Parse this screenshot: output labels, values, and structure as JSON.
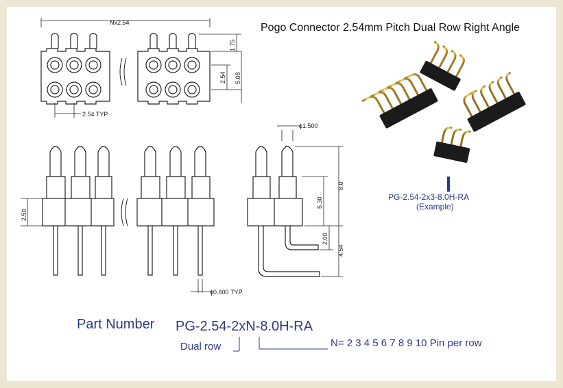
{
  "title": "Pogo Connector 2.54mm Pitch Dual Row Right Angle",
  "dimensions": {
    "pitch_total": "Nx2.54",
    "height_175": "1.75",
    "height_254": "2.54",
    "height_508": "5.08",
    "pitch_typ": "2.54  TYP.",
    "insulator_height": "2.50",
    "tip_diameter": "ϕ1.500",
    "total_height": "8.0",
    "above_height": "5.30",
    "offset_200": "2.00",
    "offset_454": "4.54",
    "pin_diameter": "ϕ0.600  TYP."
  },
  "example": {
    "name": "PG-2.54-2x3-8.0H-RA",
    "note": "(Example)"
  },
  "part_number": {
    "label": "Part Number",
    "value": "PG-2.54-2xN-8.0H-RA",
    "dual_row_label": "Dual row",
    "n_description": "N=  2 3 4 5 6 7 8 9 10 Pin per row"
  },
  "colors": {
    "text_blue": "#2b3a84",
    "gold": "#d8a832",
    "plastic": "#1b1b1b",
    "line": "#222222"
  }
}
